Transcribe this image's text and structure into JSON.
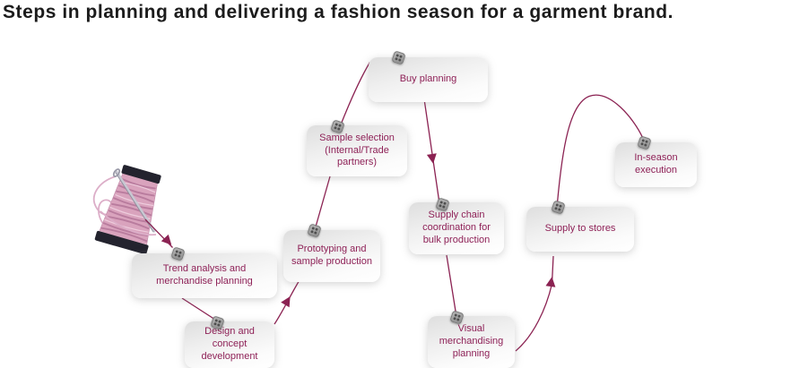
{
  "header": {
    "title": "Steps in planning and delivering a fashion season for a garment brand."
  },
  "diagram": {
    "type": "flowchart",
    "illustration": "pink-thread-spool-with-needle",
    "steps": [
      {
        "id": 1,
        "label": "Trend analysis and merchandise planning"
      },
      {
        "id": 2,
        "label": "Design and concept development"
      },
      {
        "id": 3,
        "label": "Prototyping and sample production"
      },
      {
        "id": 4,
        "label": "Sample selection (Internal/Trade partners)"
      },
      {
        "id": 5,
        "label": "Buy planning"
      },
      {
        "id": 6,
        "label": "Supply chain coordination for bulk production"
      },
      {
        "id": 7,
        "label": "Visual merchandising planning"
      },
      {
        "id": 8,
        "label": "Supply to stores"
      },
      {
        "id": 9,
        "label": "In-season execution"
      }
    ],
    "colors": {
      "title_text": "#1c1c1c",
      "step_text": "#8e2157",
      "connector": "#8b2252",
      "illustration_pink": "#d9a3bd",
      "button_gray": "#9a9a9a"
    }
  }
}
